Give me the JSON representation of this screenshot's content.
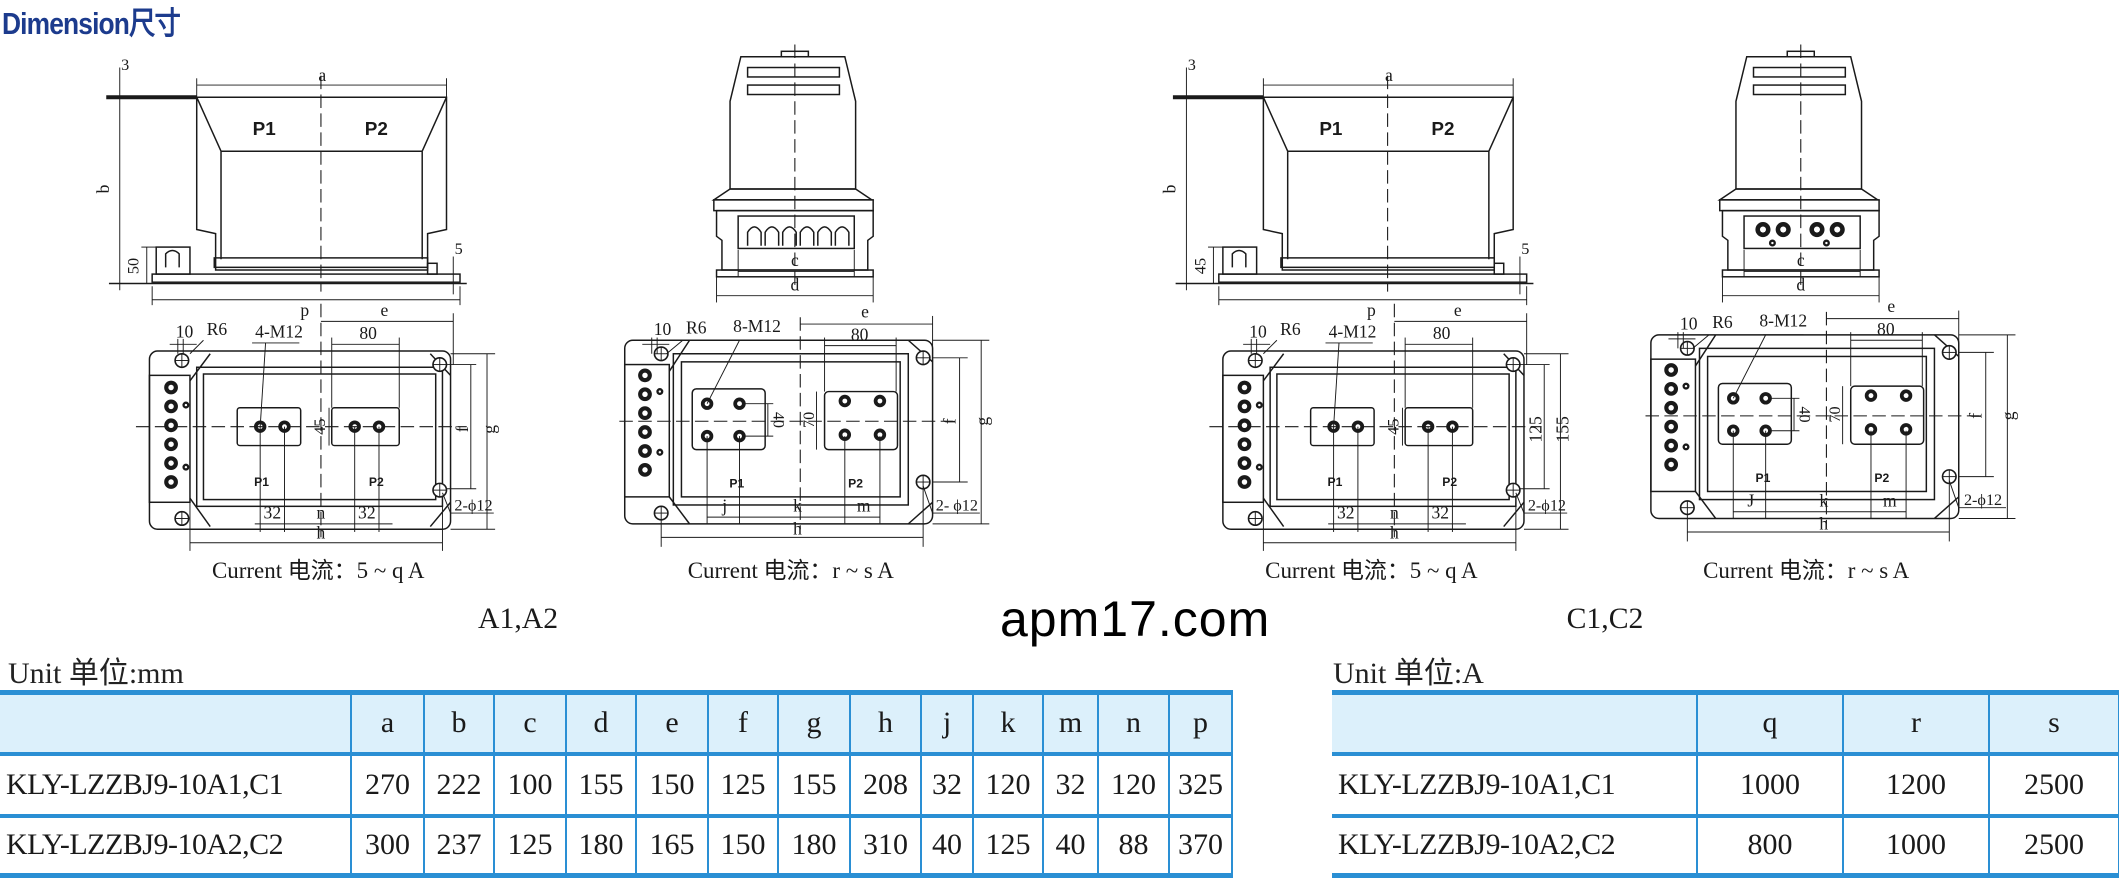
{
  "title": "Dimension尺寸",
  "views": {
    "front_a": {
      "labels": {
        "three": "3",
        "a": "a",
        "b": "b",
        "p": "p",
        "base": "50",
        "five": "5",
        "p1": "P1",
        "p2": "P2"
      }
    },
    "side_a": {
      "labels": {
        "c": "c",
        "d": "d"
      }
    },
    "plan_a1": {
      "labels": {
        "ten": "10",
        "r6": "R6",
        "m12": "4-M12",
        "e": "e",
        "eighty": "80",
        "gap": "45",
        "f": "f",
        "g": "g",
        "p1": "P1",
        "p2": "P2",
        "s1": "32",
        "n": "n",
        "s2": "32",
        "h": "h",
        "phi": "2-ϕ12"
      }
    },
    "plan_a2": {
      "labels": {
        "ten": "10",
        "r6": "R6",
        "m12": "8-M12",
        "e": "e",
        "eighty": "80",
        "forty": "40",
        "seventy": "70",
        "f": "f",
        "g": "g",
        "p1": "P1",
        "p2": "P2",
        "j": "j",
        "k": "k",
        "m": "m",
        "h": "h",
        "phi": "2- ϕ12"
      }
    },
    "front_c": {
      "labels": {
        "three": "3",
        "a": "a",
        "b": "b",
        "p": "p",
        "base": "45",
        "five": "5",
        "p1": "P1",
        "p2": "P2"
      }
    },
    "side_c": {
      "labels": {
        "c": "c",
        "d": "d"
      }
    },
    "plan_c1": {
      "labels": {
        "ten": "10",
        "r6": "R6",
        "m12": "4-M12",
        "e": "e",
        "eighty": "80",
        "gap": "45",
        "f": "125",
        "g": "155",
        "p1": "P1",
        "p2": "P2",
        "s1": "32",
        "n": "n",
        "s2": "32",
        "h": "h",
        "phi": "2-ϕ12"
      }
    },
    "plan_c2": {
      "labels": {
        "ten": "10",
        "r6": "R6",
        "m12": "8-M12",
        "e": "e",
        "eighty": "80",
        "forty": "40",
        "seventy": "70",
        "f": "f",
        "g": "g",
        "p1": "P1",
        "p2": "P2",
        "j": "J",
        "k": "k",
        "m": "m",
        "h": "h",
        "phi": "2-ϕ12"
      }
    }
  },
  "captions": {
    "current_a1": "Current 电流：5 ~ q A",
    "current_a2": "Current 电流：r ~ s A",
    "current_c1": "Current 电流：5 ~ q A",
    "current_c2": "Current 电流：r ~ s A",
    "group_a": "A1,A2",
    "group_c": "C1,C2"
  },
  "dimension_table": {
    "unit_label": "Unit 单位:mm",
    "columns": [
      "",
      "a",
      "b",
      "c",
      "d",
      "e",
      "f",
      "g",
      "h",
      "j",
      "k",
      "m",
      "n",
      "p"
    ],
    "rows": [
      [
        "KLY-LZZBJ9-10A1,C1",
        "270",
        "222",
        "100",
        "155",
        "150",
        "125",
        "155",
        "208",
        "32",
        "120",
        "32",
        "120",
        "325"
      ],
      [
        "KLY-LZZBJ9-10A2,C2",
        "300",
        "237",
        "125",
        "180",
        "165",
        "150",
        "180",
        "310",
        "40",
        "125",
        "40",
        "88",
        "370"
      ]
    ]
  },
  "current_table": {
    "unit_label": "Unit 单位:A",
    "columns": [
      "",
      "q",
      "r",
      "s"
    ],
    "rows": [
      [
        "KLY-LZZBJ9-10A1,C1",
        "1000",
        "1200",
        "2500"
      ],
      [
        "KLY-LZZBJ9-10A2,C2",
        "800",
        "1000",
        "2500"
      ]
    ]
  },
  "watermark": "apm17.com",
  "colors": {
    "title": "#1c3b8d",
    "table_line": "#2a8fd4",
    "table_header_bg": "#dcf0fb"
  }
}
